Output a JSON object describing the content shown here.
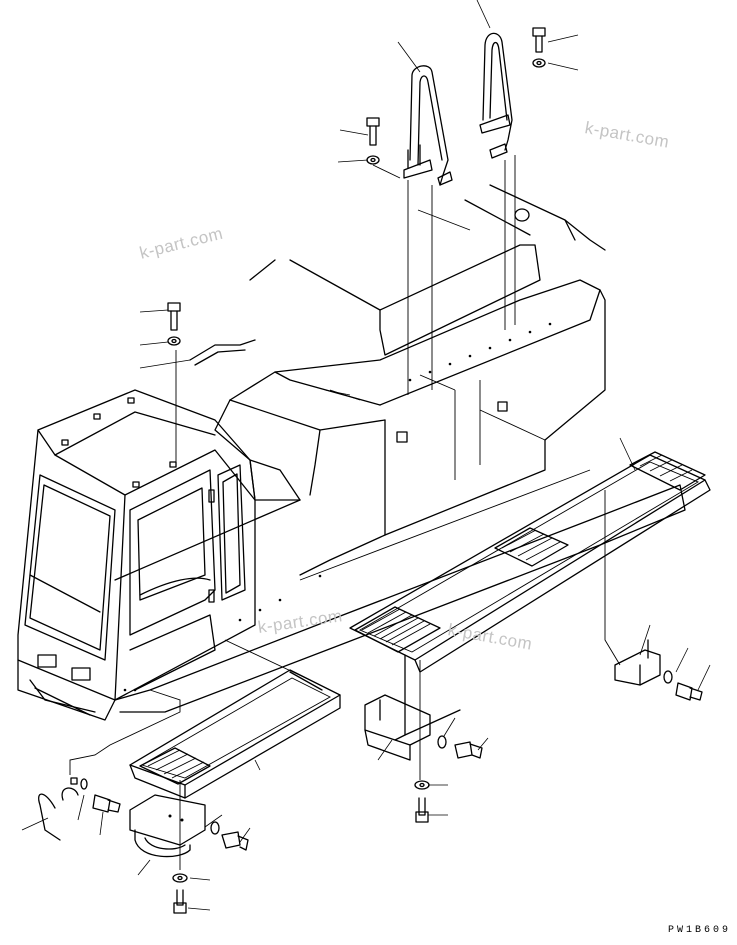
{
  "watermark": {
    "top_right": "k-part.com",
    "left": "k-part.com",
    "center": "k-part.com",
    "center_right": "k-part.com"
  },
  "drawing_code": "PW1B609"
}
